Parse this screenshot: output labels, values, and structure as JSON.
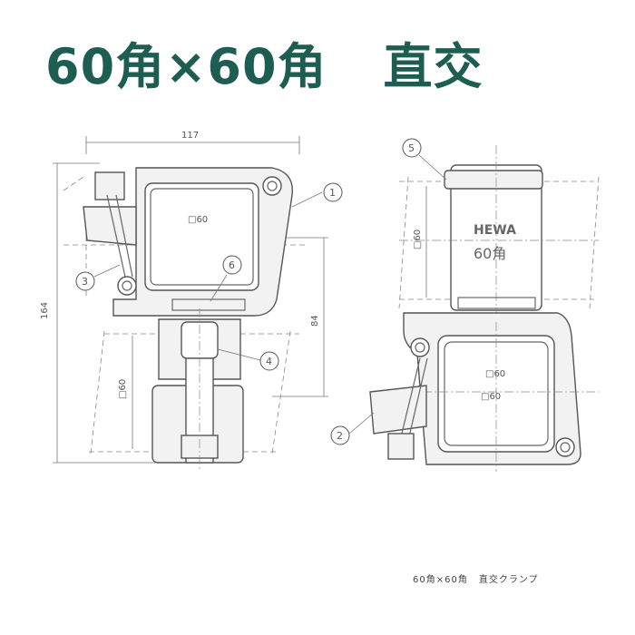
{
  "header": {
    "title_left": "60角×60角",
    "title_right": "直交"
  },
  "dimensions": {
    "width_117": "117",
    "height_164": "164",
    "height_84": "84",
    "square_60_a": "□60",
    "square_60_b": "□60",
    "square_60_c": "□60",
    "square_60_d": "□60",
    "square_60_e": "□60"
  },
  "markers": {
    "m1": "1",
    "m2": "2",
    "m3": "3",
    "m4": "4",
    "m5": "5",
    "m6": "6"
  },
  "brand": {
    "logo": "HEWA",
    "size_label": "60角"
  },
  "caption": {
    "left": "60角×60角",
    "right": "直交クランプ"
  }
}
